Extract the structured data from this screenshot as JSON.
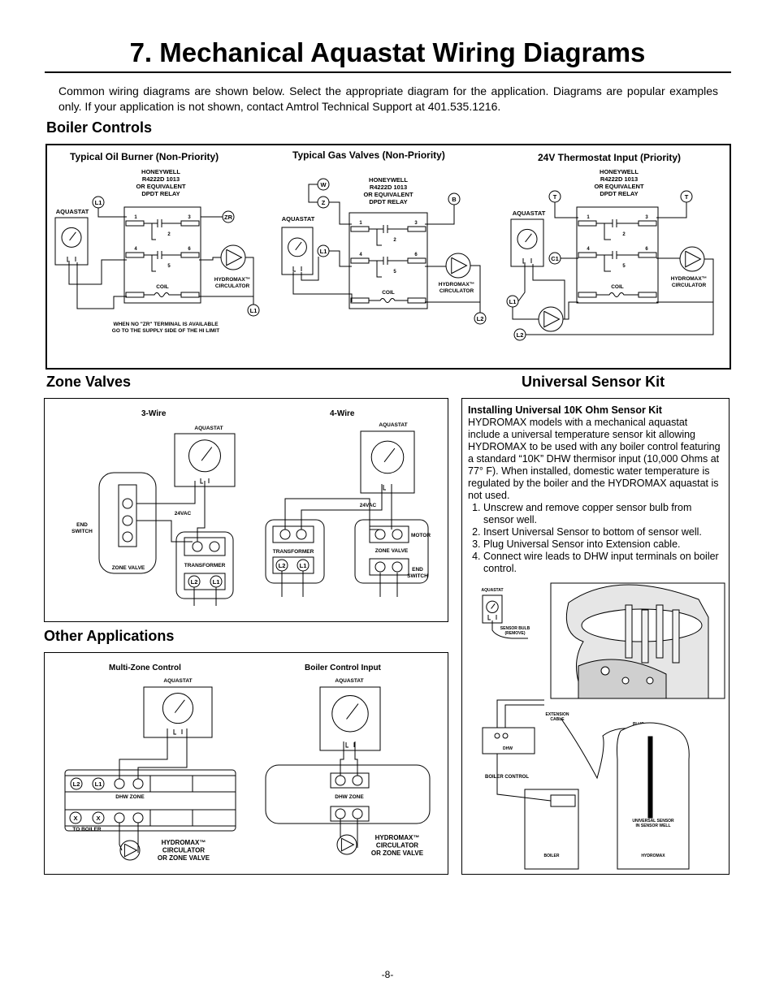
{
  "title": "7. Mechanical Aquastat Wiring Diagrams",
  "intro": "Common wiring diagrams are shown below. Select the appropriate diagram for the application. Diagrams are popular examples only. If your application is not shown, contact Amtrol Technical Support at 401.535.1216.",
  "sections": {
    "boiler_controls": "Boiler Controls",
    "zone_valves": "Zone Valves",
    "universal_sensor": "Universal Sensor Kit",
    "other_applications": "Other Applications"
  },
  "boiler": {
    "oil_title": "Typical Oil Burner (Non-Priority)",
    "gas_title": "Typical Gas Valves (Non-Priority)",
    "thermo_title": "24V Thermostat Input (Priority)",
    "relay_label": "HONEYWELL\nR4222D 1013\nOR EQUIVALENT\nDPDT RELAY",
    "aquastat": "AQUASTAT",
    "coil": "COIL",
    "circulator": "HYDROMAX™\nCIRCULATOR",
    "zr_note": "WHEN NO \"ZR\" TERMINAL IS AVAILABLE\nGO TO THE SUPPLY SIDE OF THE HI LIMIT",
    "terminals": [
      "L1",
      "ZR",
      "W",
      "Z",
      "B",
      "L2",
      "T",
      "C1"
    ],
    "contacts": [
      "1",
      "2",
      "3",
      "4",
      "5",
      "6"
    ]
  },
  "zone": {
    "three_wire": "3-Wire",
    "four_wire": "4-Wire",
    "aquastat": "AQUASTAT",
    "end_switch": "END\nSWITCH",
    "zone_valve": "ZONE VALVE",
    "transformer": "TRANSFORMER",
    "vac": "24VAC",
    "motor": "MOTOR",
    "l2": "L2",
    "l1": "L1"
  },
  "other": {
    "multi_title": "Multi-Zone Control",
    "boiler_title": "Boiler Control Input",
    "aquastat": "AQUASTAT",
    "dhw_zone": "DHW ZONE",
    "to_boiler": "TO BOILER",
    "x": "X",
    "l2": "L2",
    "l1": "L1",
    "circ_zone": "HYDROMAX™\nCIRCULATOR\nOR ZONE VALVE"
  },
  "sensor": {
    "heading": "Installing Universal 10K Ohm Sensor Kit",
    "body": "HYDROMAX models with a mechanical aquastat include a universal temperature sensor kit allowing HYDROMAX to be used with any boiler control featuring a standard “10K” DHW thermisor input (10,000 Ohms at 77° F). When installed, domestic water temperature is regulated by the boiler and the HYDROMAX aquastat is not used.",
    "steps": [
      "Unscrew and remove copper sensor bulb from sensor well.",
      "Insert Universal Sensor to bottom of sensor well.",
      "Plug Universal Sensor into Extension cable.",
      "Connect wire leads to DHW input terminals on boiler control."
    ],
    "aquastat": "AQUASTAT",
    "sensor_bulb": "SENSOR BULB\n(REMOVE)",
    "extension_cable": "EXTENSION\nCABLE",
    "plug": "PLUG",
    "dhw": "DHW",
    "boiler_control": "BOILER CONTROL",
    "universal_sensor": "UNIVERSAL SENSOR\nIN SENSOR WELL",
    "boiler": "BOILER",
    "hydromax": "HYDROMAX"
  },
  "page_number": "-8-"
}
